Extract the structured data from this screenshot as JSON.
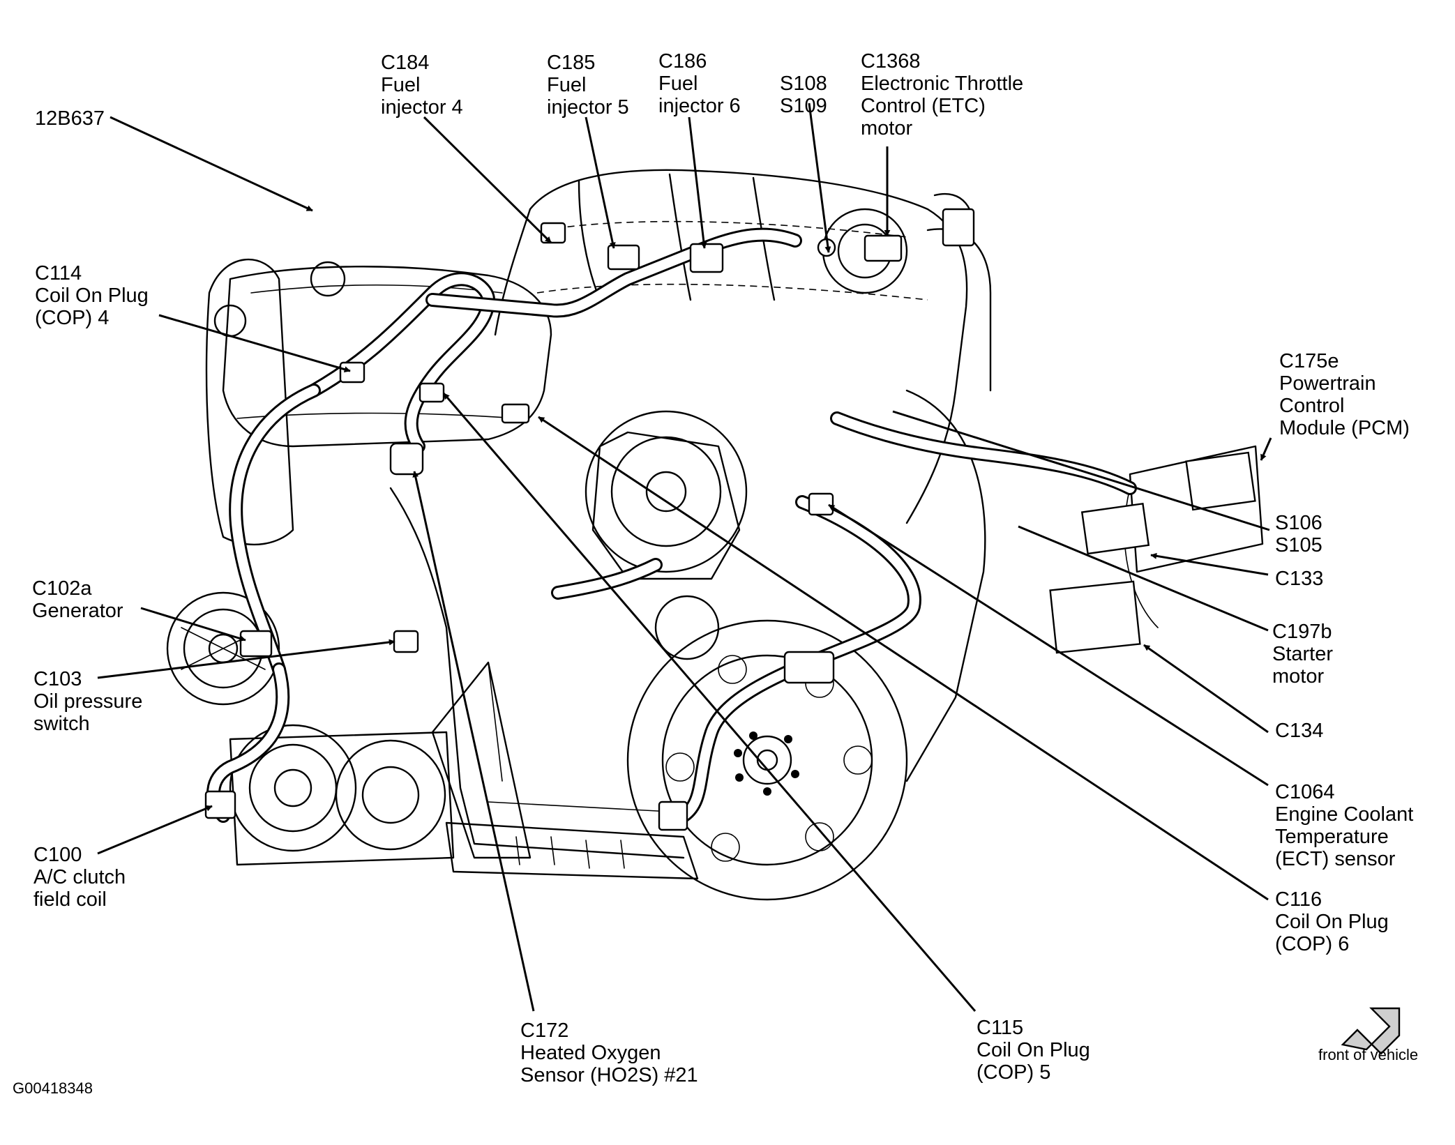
{
  "figure_id": "G00418348",
  "orientation_label": "front of vehicle",
  "labels": {
    "l12b637": [
      "12B637"
    ],
    "c184": [
      "C184",
      "Fuel",
      "injector 4"
    ],
    "c185": [
      "C185",
      "Fuel",
      "injector 5"
    ],
    "c186": [
      "C186",
      "Fuel",
      "injector 6"
    ],
    "s108": [
      "S108",
      "S109"
    ],
    "c1368": [
      "C1368",
      "Electronic Throttle",
      "Control (ETC)",
      "motor"
    ],
    "c114": [
      "C114",
      "Coil On Plug",
      "(COP) 4"
    ],
    "c175e": [
      "C175e",
      "Powertrain",
      "Control",
      "Module (PCM)"
    ],
    "s106": [
      "S106",
      "S105"
    ],
    "c133": [
      "C133"
    ],
    "c102a": [
      "C102a",
      "Generator"
    ],
    "c197b": [
      "C197b",
      "Starter",
      "motor"
    ],
    "c103": [
      "C103",
      "Oil pressure",
      "switch"
    ],
    "c134": [
      "C134"
    ],
    "c1064": [
      "C1064",
      "Engine Coolant",
      "Temperature",
      "(ECT) sensor"
    ],
    "c100": [
      "C100",
      "A/C clutch",
      "field coil"
    ],
    "c116": [
      "C116",
      "Coil On Plug",
      "(COP) 6"
    ],
    "c172": [
      "C172",
      "Heated Oxygen",
      "Sensor (HO2S) #21"
    ],
    "c115": [
      "C115",
      "Coil On Plug",
      "(COP) 5"
    ]
  }
}
